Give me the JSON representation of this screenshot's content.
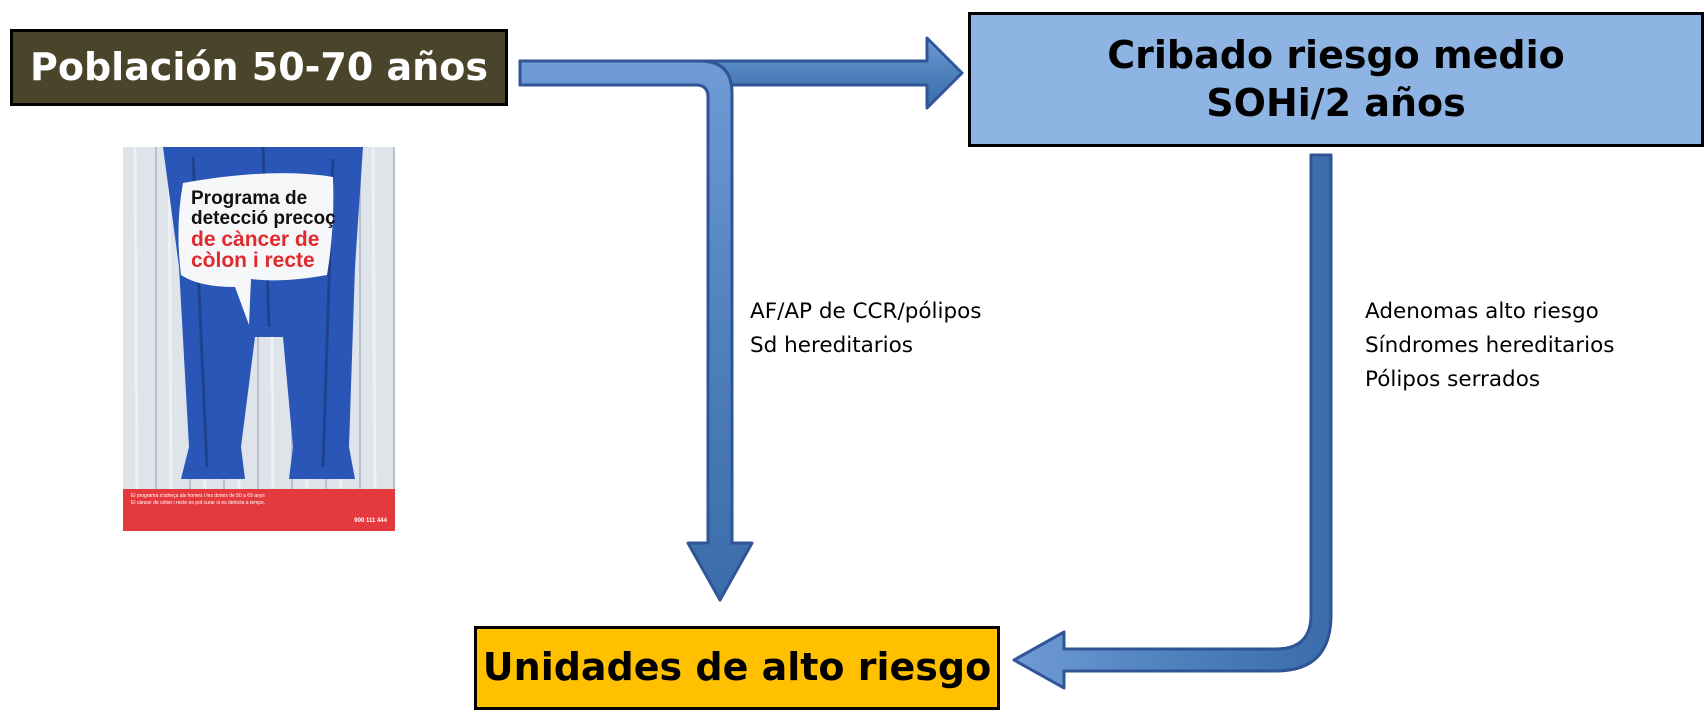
{
  "nodes": {
    "poblacion": "Población 50-70 años",
    "cribado_line1": "Cribado riesgo medio",
    "cribado_line2": "SOHi/2 años",
    "unidades": "Unidades de alto riesgo"
  },
  "edge_labels": {
    "left": [
      "AF/AP de CCR/pólipos",
      "Sd hereditarios"
    ],
    "right": [
      "Adenomas alto riesgo",
      "Síndromes hereditarios",
      "Pólipos serrados"
    ]
  },
  "poster": {
    "title_dark": [
      "Programa de",
      "detecció precoç"
    ],
    "title_red": [
      "de càncer de",
      "còlon i recte"
    ],
    "footer": [
      "El programa s'adreça als homes i les dones de 50 a 69 anys",
      "El càncer de còlon i recte es pot curar si es detecta a temps."
    ],
    "phone": "900 111 444"
  },
  "colors": {
    "poblacion_fill": "#4a452a",
    "cribado_fill": "#8eb4e3",
    "unidades_fill": "#ffc000",
    "arrow_fill": "#4f81bd",
    "arrow_stroke": "#2f5597"
  }
}
